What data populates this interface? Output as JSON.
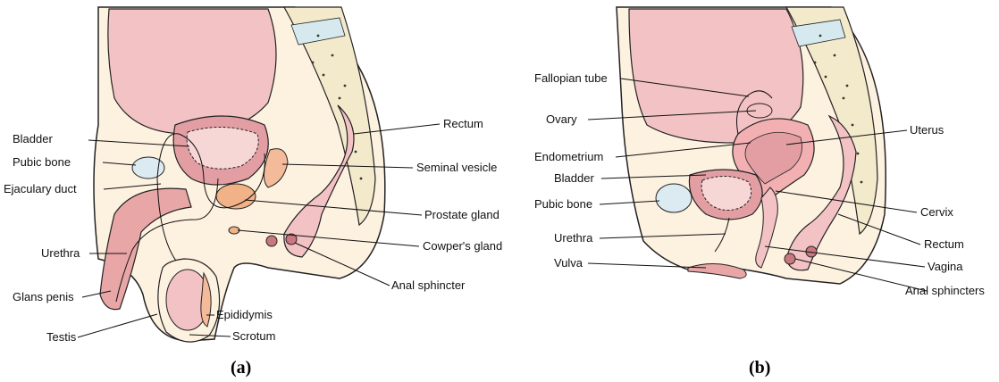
{
  "colors": {
    "skin": "#FDF1E0",
    "organ_pink": "#F3C2C4",
    "organ_deep": "#E39EA3",
    "organ_dark": "#C9787F",
    "bone": "#F3E9CB",
    "bone_spots": "#333333",
    "disc": "#D6E9EE",
    "pubic": "#DCEBF1",
    "prostate": "#F2B287",
    "seminal": "#F4BB9A",
    "outline": "#222222"
  },
  "panels": {
    "male": {
      "caption": "(a)",
      "labels": {
        "bladder": "Bladder",
        "pubic_bone": "Pubic bone",
        "ejaculatory_duct": "Ejaculary duct",
        "urethra": "Urethra",
        "glans_penis": "Glans penis",
        "testis": "Testis",
        "epididymis": "Epididymis",
        "scrotum": "Scrotum",
        "rectum": "Rectum",
        "seminal_vesicle": "Seminal vesicle",
        "prostate_gland": "Prostate gland",
        "cowpers_gland": "Cowper's gland",
        "anal_sphincter": "Anal sphincter"
      }
    },
    "female": {
      "caption": "(b)",
      "labels": {
        "fallopian_tube": "Fallopian tube",
        "ovary": "Ovary",
        "endometrium": "Endometrium",
        "bladder": "Bladder",
        "pubic_bone": "Pubic bone",
        "urethra": "Urethra",
        "vulva": "Vulva",
        "uterus": "Uterus",
        "cervix": "Cervix",
        "rectum": "Rectum",
        "vagina": "Vagina",
        "anal_sphincters": "Anal sphincters"
      }
    }
  }
}
